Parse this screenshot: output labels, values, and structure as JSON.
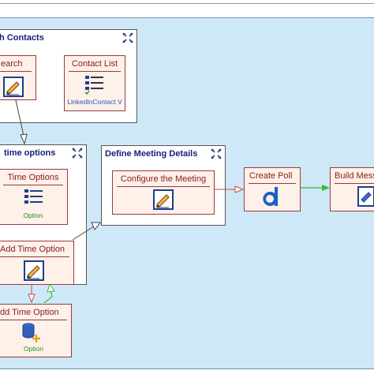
{
  "containers": {
    "contacts": {
      "title": "h Contacts"
    },
    "time": {
      "title": "time options"
    },
    "meeting": {
      "title": "Define Meeting Details"
    }
  },
  "activities": {
    "search": {
      "label": "earch"
    },
    "contact_list": {
      "label": "Contact List",
      "sub": "LinkedInContact V"
    },
    "time_options": {
      "label": "Time Options",
      "sub": "Option"
    },
    "add_time_option": {
      "label": "Add Time Option"
    },
    "add_time_option2": {
      "label": "dd Time Option",
      "sub": "Option"
    },
    "configure_meeting": {
      "label": "Configure the Meeting"
    },
    "create_poll": {
      "label": "Create Poll"
    },
    "build_message": {
      "label": "Build Messa"
    }
  },
  "icons": {
    "container_toggle": "expand-arrows-icon",
    "edit": "edit-form-icon",
    "list": "checklist-icon",
    "doodle": "doodle-d-icon",
    "database_add": "database-add-icon"
  },
  "colors": {
    "canvas_bg": "#cfe8f7",
    "activity_bg": "#fdf1ea",
    "activity_border": "#9b3a3a",
    "container_title": "#15217a",
    "option_text": "#2e8b1e",
    "sub_text_blue": "#2b55b8",
    "arrow_green": "#2fbf2f",
    "arrow_red": "#c04a4a"
  }
}
